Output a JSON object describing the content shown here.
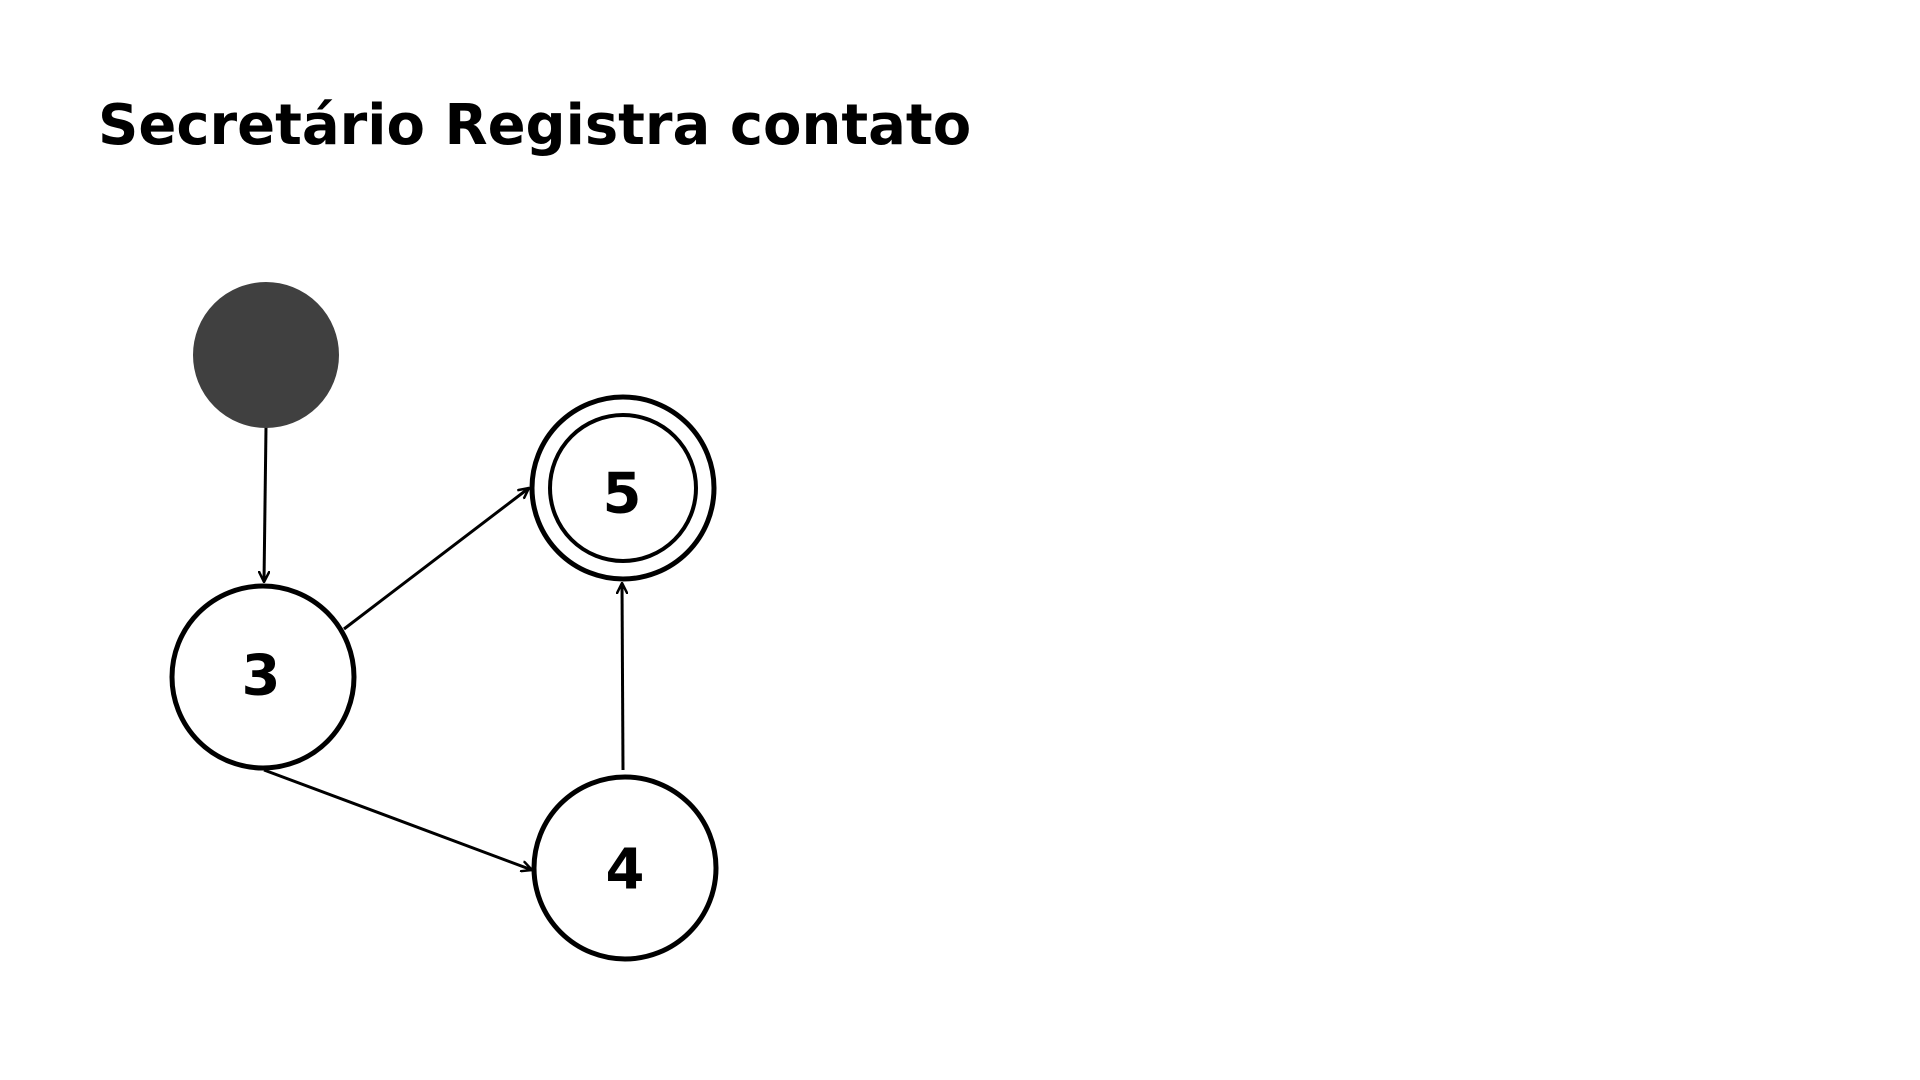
{
  "title": "Secretário Registra contato",
  "colors": {
    "background": "#ffffff",
    "stroke": "#000000",
    "initial_fill": "#404040"
  },
  "states": [
    {
      "id": "initial",
      "label": "",
      "kind": "initial"
    },
    {
      "id": "s3",
      "label": "3",
      "kind": "normal"
    },
    {
      "id": "s4",
      "label": "4",
      "kind": "normal"
    },
    {
      "id": "s5",
      "label": "5",
      "kind": "final"
    }
  ],
  "transitions": [
    {
      "from": "initial",
      "to": "s3"
    },
    {
      "from": "s3",
      "to": "s5"
    },
    {
      "from": "s3",
      "to": "s4"
    },
    {
      "from": "s4",
      "to": "s5"
    }
  ]
}
